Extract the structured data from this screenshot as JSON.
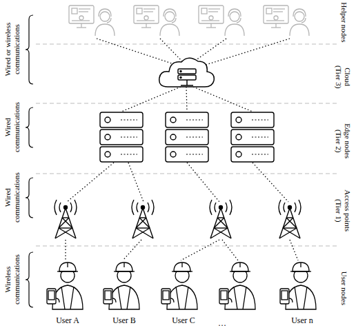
{
  "diagram": {
    "nodes": [
      {
        "text": [
          "User A"
        ]
      },
      {
        "text": [
          "User B"
        ]
      },
      {
        "text": [
          "User C"
        ]
      },
      {
        "text": [
          "User n"
        ]
      }
    ],
    "labels": [
      "Wired or wireless communications",
      "Wired communications",
      "Wired communications",
      "Wireless communications",
      "Helper nodes",
      "Cloud (Tier 3)",
      "Edge nodes (Tier 2)",
      "Access points (Tier 1)",
      "User nodes",
      "…"
    ]
  }
}
